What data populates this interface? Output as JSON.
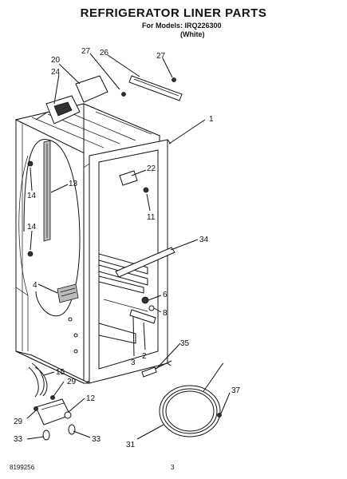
{
  "header": {
    "title": "REFRIGERATOR LINER PARTS",
    "models_line": "For Models: IRQ226300",
    "color_line": "(White)"
  },
  "footer": {
    "doc_number": "8199256",
    "page_number": "3"
  },
  "callouts": {
    "c1": "1",
    "c2": "2",
    "c3": "3",
    "c4": "4",
    "c6": "6",
    "c8": "8",
    "c11": "11",
    "c12": "12",
    "c13": "13",
    "c14a": "14",
    "c14b": "14",
    "c15": "15",
    "c20": "20",
    "c22": "22",
    "c24": "24",
    "c26": "26",
    "c27a": "27",
    "c27b": "27",
    "c29a": "29",
    "c29b": "29",
    "c31": "31",
    "c33a": "33",
    "c33b": "33",
    "c34": "34",
    "c35": "35",
    "c37": "37"
  }
}
